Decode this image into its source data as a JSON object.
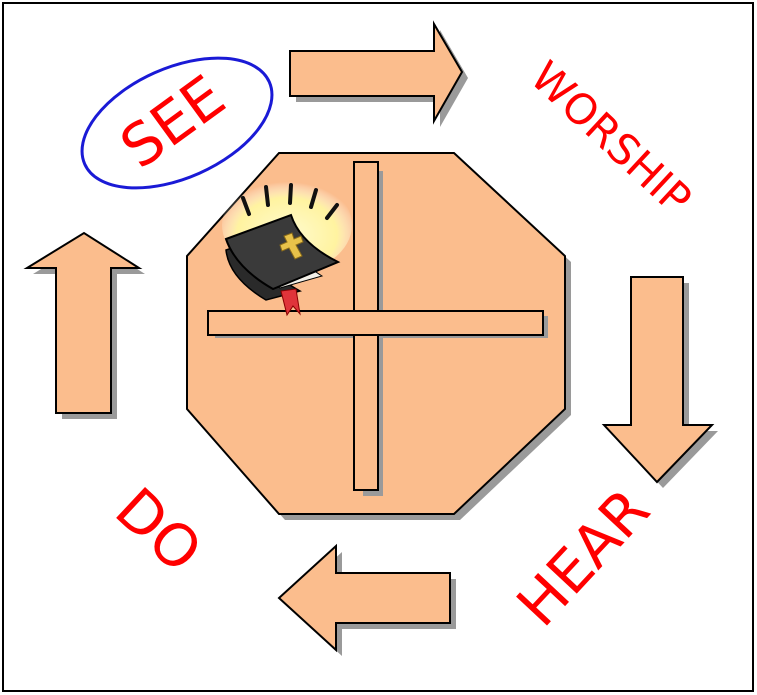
{
  "diagram": {
    "colors": {
      "shape_fill": "#fbbd8d",
      "shape_stroke": "#000000",
      "shadow": "#9a9a9a",
      "text": "#ff0000",
      "ellipse_stroke": "#1a1ad6",
      "frame": "#000000"
    },
    "labels": {
      "see": "SEE",
      "worship": "WORSHIP",
      "hear": "HEAR",
      "do": "DO"
    },
    "icons": {
      "center": "bible-with-glow-icon",
      "center_shape": "octagon-with-cross"
    },
    "cycle": [
      "SEE",
      "WORSHIP",
      "HEAR",
      "DO"
    ]
  }
}
